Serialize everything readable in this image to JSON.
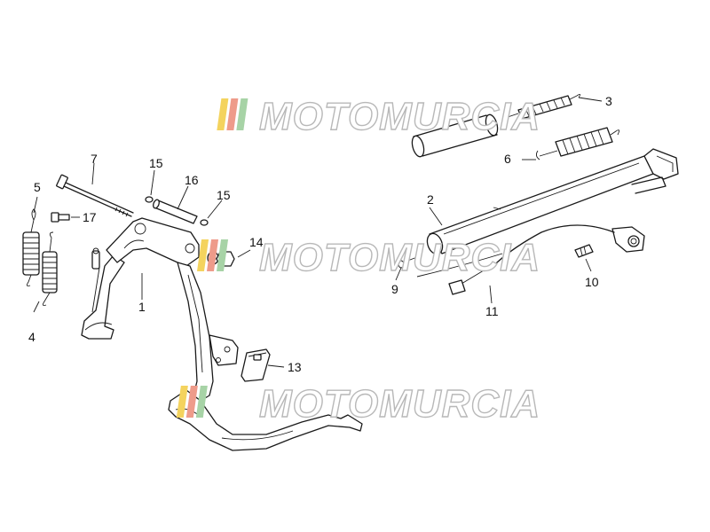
{
  "callouts": [
    {
      "id": "c1",
      "label": "1"
    },
    {
      "id": "c2",
      "label": "2"
    },
    {
      "id": "c3",
      "label": "3"
    },
    {
      "id": "c4",
      "label": "4"
    },
    {
      "id": "c5",
      "label": "5"
    },
    {
      "id": "c6",
      "label": "6"
    },
    {
      "id": "c7",
      "label": "7"
    },
    {
      "id": "c9",
      "label": "9"
    },
    {
      "id": "c10",
      "label": "10"
    },
    {
      "id": "c11",
      "label": "11"
    },
    {
      "id": "c13",
      "label": "13"
    },
    {
      "id": "c14",
      "label": "14"
    },
    {
      "id": "c15a",
      "label": "15"
    },
    {
      "id": "c15b",
      "label": "15"
    },
    {
      "id": "c16",
      "label": "16"
    },
    {
      "id": "c17",
      "label": "17"
    }
  ],
  "watermark": {
    "text": "MOTOMURCIA",
    "stripe_colors": [
      "#f4d35e",
      "#ee9b8a",
      "#a7d3a6"
    ]
  }
}
